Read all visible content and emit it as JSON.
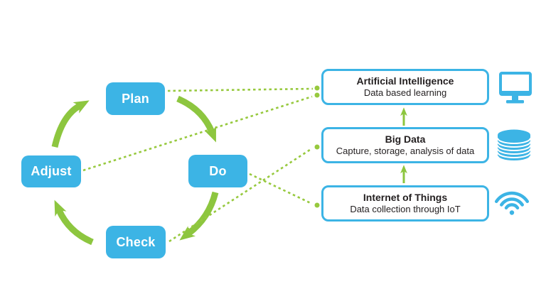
{
  "cycle": {
    "nodes": [
      {
        "id": "plan",
        "label": "Plan"
      },
      {
        "id": "do",
        "label": "Do"
      },
      {
        "id": "check",
        "label": "Check"
      },
      {
        "id": "adjust",
        "label": "Adjust"
      }
    ]
  },
  "info_boxes": [
    {
      "id": "artificial-intelligence",
      "title": "Artificial Intelligence",
      "subtitle": "Data based learning",
      "icon": "monitor-icon"
    },
    {
      "id": "big-data",
      "title": "Big Data",
      "subtitle": "Capture, storage, analysis of data",
      "icon": "database-icon"
    },
    {
      "id": "internet-of-things",
      "title": "Internet of Things",
      "subtitle": "Data collection through IoT",
      "icon": "wifi-icon"
    }
  ],
  "connections": {
    "cycle_arrows": [
      "adjust->plan",
      "plan->do",
      "do->check",
      "check->adjust"
    ],
    "dotted_links": [
      "plan->artificial-intelligence",
      "adjust->artificial-intelligence",
      "check->big-data",
      "do->internet-of-things"
    ],
    "stack_arrows": [
      "internet-of-things->big-data",
      "big-data->artificial-intelligence"
    ]
  },
  "colors": {
    "node_blue": "#3CB4E5",
    "arrow_green": "#8DC63F",
    "dotted_green": "#97C93E",
    "text_dark": "#231F20",
    "background": "#FFFFFF"
  }
}
